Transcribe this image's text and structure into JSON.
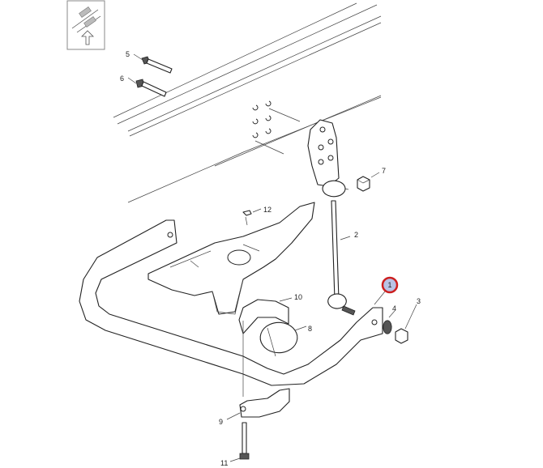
{
  "diagram": {
    "callouts": [
      {
        "id": "c1",
        "label": "1",
        "highlighted": true
      },
      {
        "id": "c2",
        "label": "2"
      },
      {
        "id": "c3",
        "label": "3"
      },
      {
        "id": "c4",
        "label": "4"
      },
      {
        "id": "c5",
        "label": "5"
      },
      {
        "id": "c6",
        "label": "6"
      },
      {
        "id": "c7",
        "label": "7"
      },
      {
        "id": "c8",
        "label": "8"
      },
      {
        "id": "c9",
        "label": "9"
      },
      {
        "id": "c10",
        "label": "10"
      },
      {
        "id": "c11",
        "label": "11"
      },
      {
        "id": "c12",
        "label": "12"
      }
    ],
    "highlight_color": "#cc1f1f",
    "highlight_fill": "#b9c3e6",
    "icons": [
      "orientation-arrow-icon"
    ]
  }
}
